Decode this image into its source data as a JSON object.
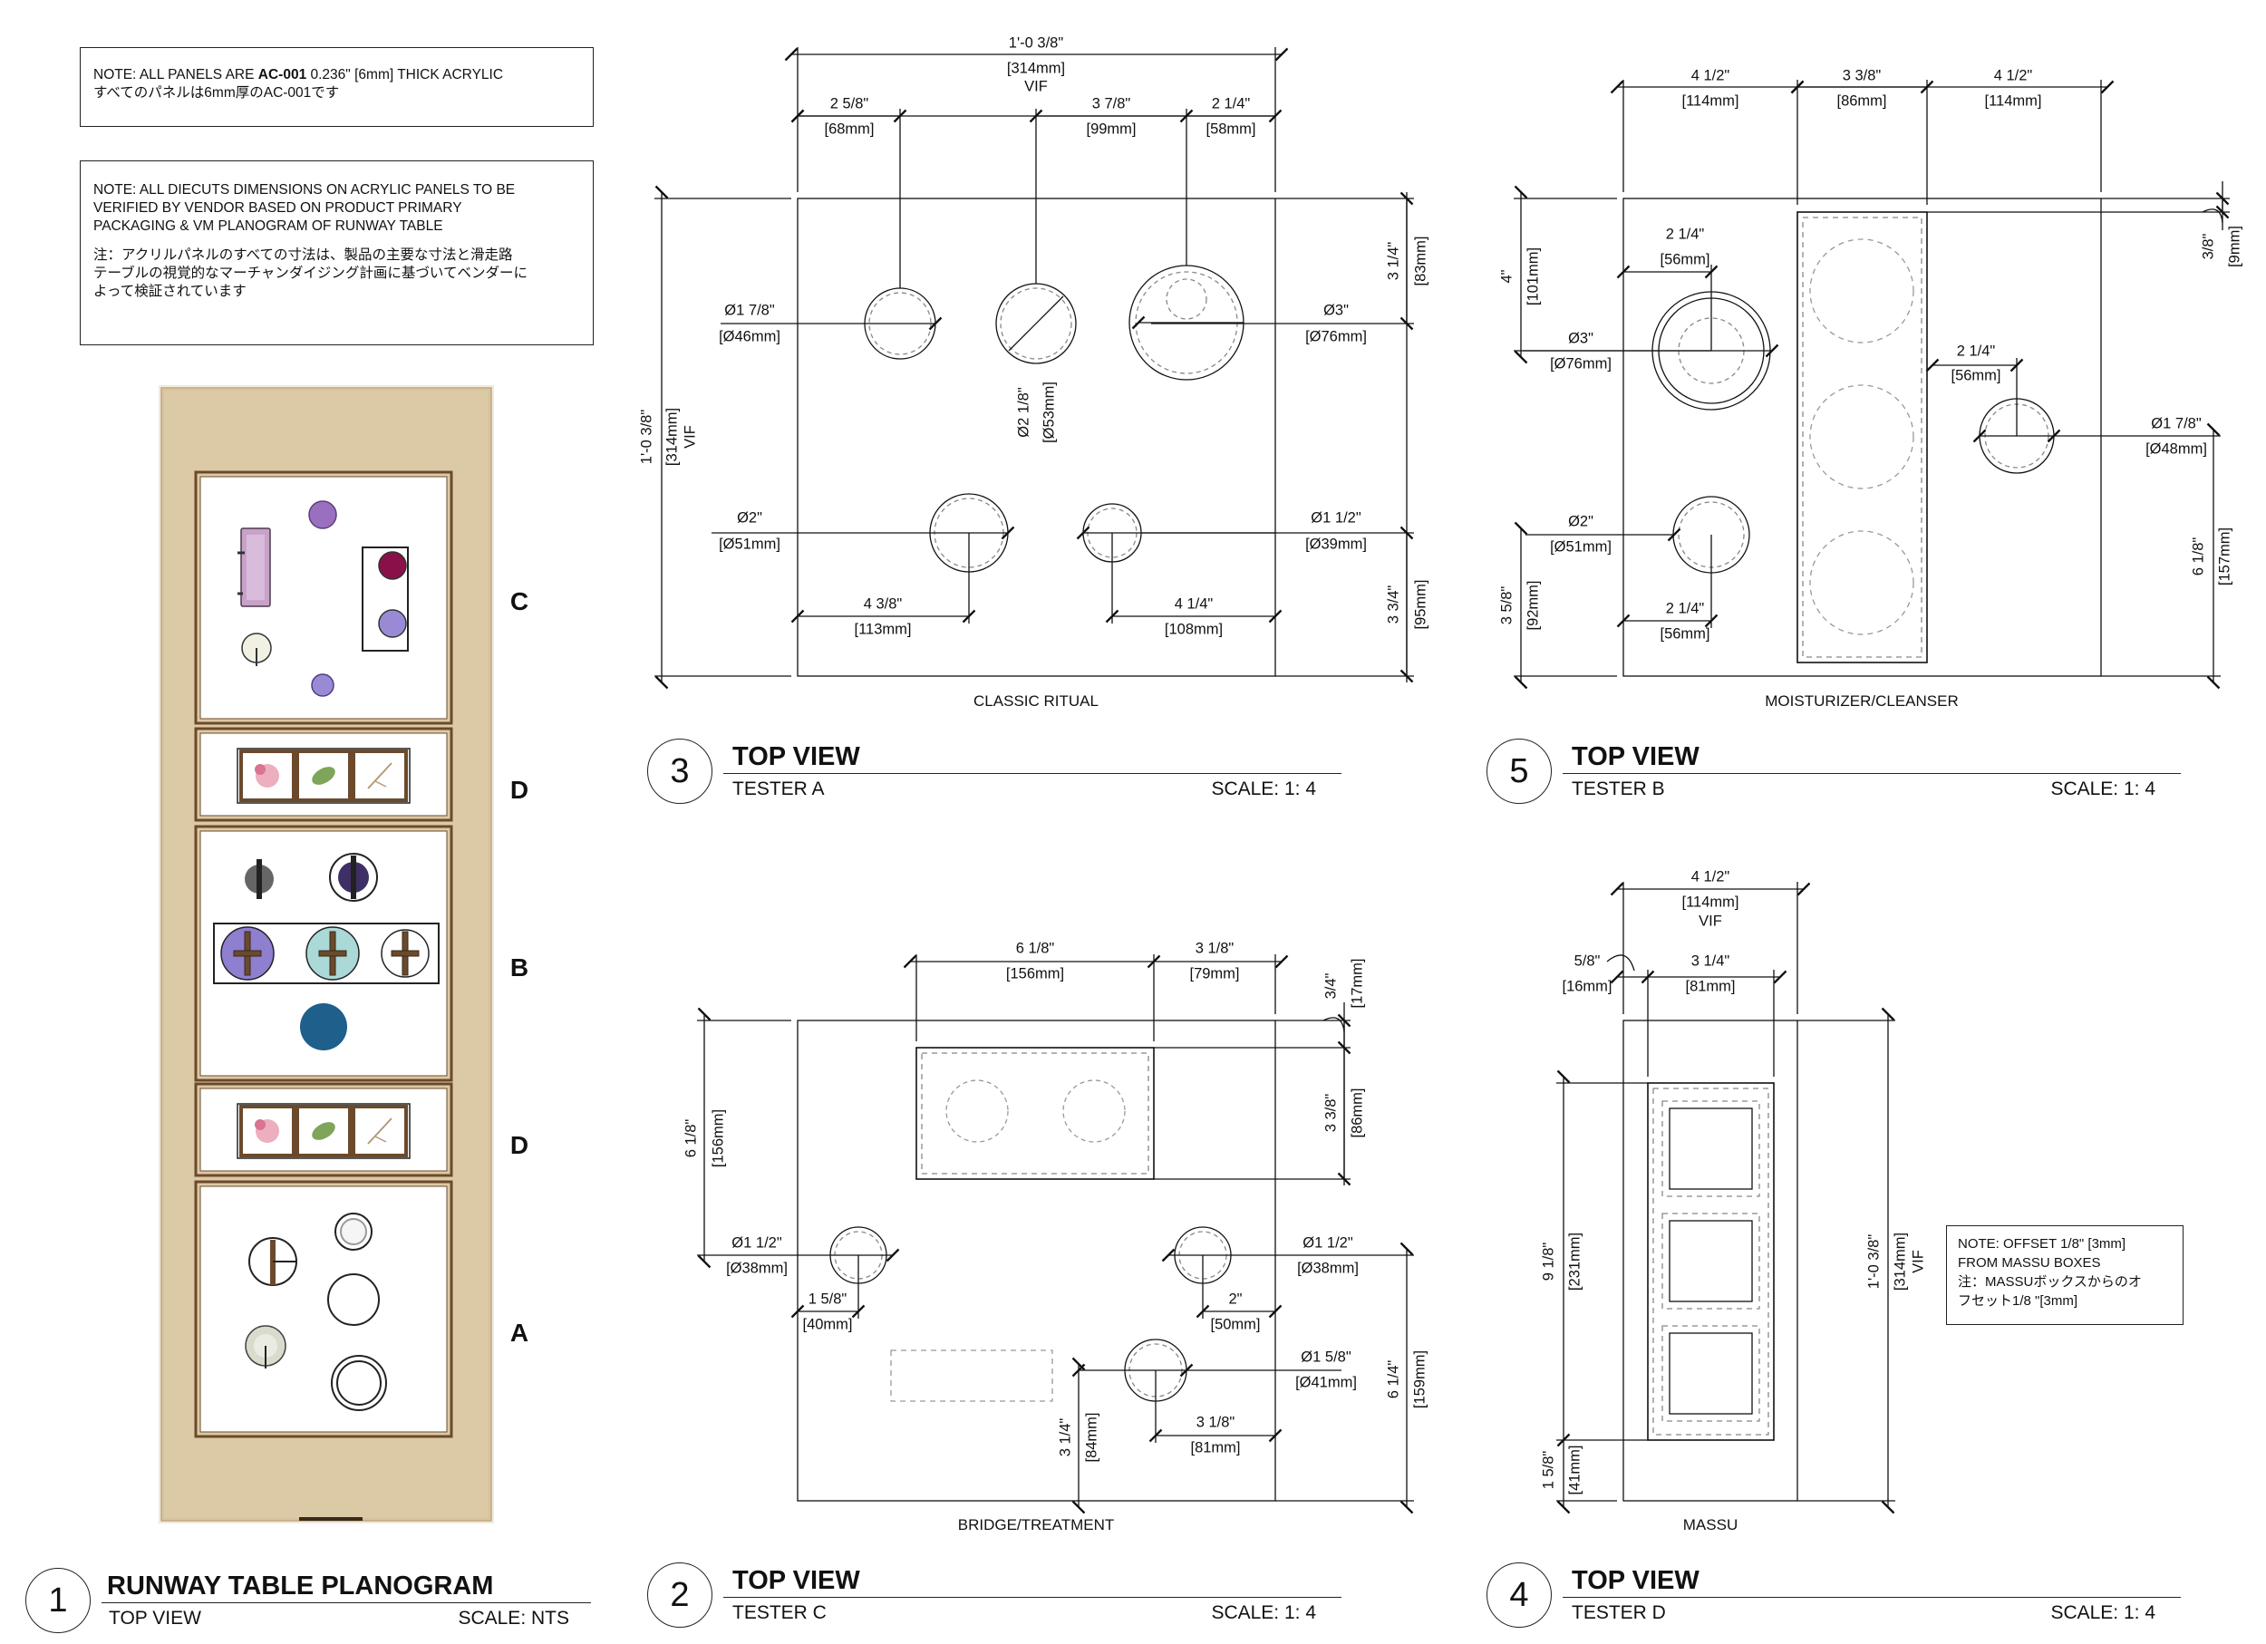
{
  "notes": {
    "panels": {
      "line1_prefix": "NOTE: ALL PANELS  ARE ",
      "line1_code": "AC-001",
      "line1_suffix": " 0.236\" [6mm] THICK ACRYLIC",
      "line2": "すべてのパネルは6mm厚のAC-001です"
    },
    "diecuts": {
      "en1": "NOTE: ALL DIECUTS DIMENSIONS ON  ACRYLIC PANELS TO BE",
      "en2": "VERIFIED BY VENDOR BASED ON PRODUCT PRIMARY",
      "en3": "PACKAGING & VM PLANOGRAM OF RUNWAY TABLE",
      "jp1": "注：アクリルパネルのすべての寸法は、製品の主要な寸法と滑走路",
      "jp2": "テーブルの視覚的なマーチャンダイジング計画に基づいてベンダーに",
      "jp3": "よって検証されています"
    },
    "massu_offset": {
      "l1": "NOTE: OFFSET 1/8\" [3mm]",
      "l2": "FROM MASSU BOXES",
      "l3": "注：MASSUボックスからのオ",
      "l4": "フセット1/8 \"[3mm]"
    }
  },
  "planogram": {
    "row_letters": [
      "C",
      "D",
      "B",
      "D",
      "A"
    ],
    "colors": {
      "wood": "#dcc9a5",
      "frame": "#6b4a2c",
      "panel": "#ffffff"
    }
  },
  "title_blocks": [
    {
      "number": "1",
      "title": "RUNWAY TABLE PLANOGRAM",
      "sub": "TOP VIEW",
      "scale": "SCALE: NTS"
    },
    {
      "number": "3",
      "title": "TOP VIEW",
      "sub": "TESTER A",
      "scale": "SCALE: 1: 4"
    },
    {
      "number": "5",
      "title": "TOP VIEW",
      "sub": "TESTER B",
      "scale": "SCALE: 1: 4"
    },
    {
      "number": "2",
      "title": "TOP VIEW",
      "sub": "TESTER C",
      "scale": "SCALE: 1: 4"
    },
    {
      "number": "4",
      "title": "TOP VIEW",
      "sub": "TESTER D",
      "scale": "SCALE: 1: 4"
    }
  ],
  "drawing_captions": {
    "tester_a": "CLASSIC RITUAL",
    "tester_b": "MOISTURIZER/CLEANSER",
    "tester_c": "BRIDGE/TREATMENT",
    "tester_d": "MASSU"
  },
  "tester_a_dims": {
    "overall_w": "1'-0 3/8\"",
    "overall_w_mm": "[314mm]",
    "vif": "VIF",
    "d1": "2 5/8\"",
    "d1_mm": "[68mm]",
    "d2": "3 7/8\"",
    "d2_mm": "[99mm]",
    "d3": "2 1/4\"",
    "d3_mm": "[58mm]",
    "right_top": "3 1/4\"",
    "right_top_mm": "[83mm]",
    "left_h": "1'-0 3/8\"",
    "left_h_mm": "[314mm]",
    "left_vif": "VIF",
    "c1": "Ø1 7/8\"",
    "c1_mm": "[Ø46mm]",
    "c2": "Ø2 1/8\"",
    "c2_mm": "[Ø53mm]",
    "c3": "Ø3\"",
    "c3_mm": "[Ø76mm]",
    "c4": "Ø2\"",
    "c4_mm": "[Ø51mm]",
    "c5": "Ø1 1/2\"",
    "c5_mm": "[Ø39mm]",
    "b1": "4 3/8\"",
    "b1_mm": "[113mm]",
    "b2": "4 1/4\"",
    "b2_mm": "[108mm]",
    "right_bot": "3 3/4\"",
    "right_bot_mm": "[95mm]"
  },
  "tester_b_dims": {
    "t1": "4 1/2\"",
    "t1_mm": "[114mm]",
    "t2": "3 3/8\"",
    "t2_mm": "[86mm]",
    "t3": "4 1/2\"",
    "t3_mm": "[114mm]",
    "edge": "3/8\"",
    "edge_mm": "[9mm]",
    "left_top": "4\"",
    "left_top_mm": "[101mm]",
    "a1": "2 1/4\"",
    "a1_mm": "[56mm]",
    "c1": "Ø3\"",
    "c1_mm": "[Ø76mm]",
    "a2": "2 1/4\"",
    "a2_mm": "[56mm]",
    "c2": "Ø1 7/8\"",
    "c2_mm": "[Ø48mm]",
    "c3": "Ø2\"",
    "c3_mm": "[Ø51mm]",
    "right_h": "6 1/8\"",
    "right_h_mm": "[157mm]",
    "left_bot": "3 5/8\"",
    "left_bot_mm": "[92mm]",
    "a3": "2 1/4\"",
    "a3_mm": "[56mm]"
  },
  "tester_c_dims": {
    "t1": "6 1/8\"",
    "t1_mm": "[156mm]",
    "t2": "3 1/8\"",
    "t2_mm": "[79mm]",
    "edge": "3/4\"",
    "edge_mm": "[17mm]",
    "left_h": "6 1/8\"",
    "left_h_mm": "[156mm]",
    "box_h": "3 3/8\"",
    "box_h_mm": "[86mm]",
    "c1": "Ø1 1/2\"",
    "c1_mm": "[Ø38mm]",
    "c2": "Ø1 1/2\"",
    "c2_mm": "[Ø38mm]",
    "s1": "1 5/8\"",
    "s1_mm": "[40mm]",
    "s2": "2\"",
    "s2_mm": "[50mm]",
    "c3": "Ø1 5/8\"",
    "c3_mm": "[Ø41mm]",
    "right_h": "6 1/4\"",
    "right_h_mm": "[159mm]",
    "bot_h": "3 1/4\"",
    "bot_h_mm": "[84mm]",
    "b1": "3 1/8\"",
    "b1_mm": "[81mm]"
  },
  "tester_d_dims": {
    "top_w": "4 1/2\"",
    "top_w_mm": "[114mm]",
    "vif": "VIF",
    "edge": "5/8\"",
    "edge_mm": "[16mm]",
    "inner_w": "3 1/4\"",
    "inner_w_mm": "[81mm]",
    "inner_h": "9 1/8\"",
    "inner_h_mm": "[231mm]",
    "outer_h": "1'-0 3/8\"",
    "outer_h_mm": "[314mm]",
    "outer_vif": "VIF",
    "bot": "1 5/8\"",
    "bot_mm": "[41mm]"
  }
}
